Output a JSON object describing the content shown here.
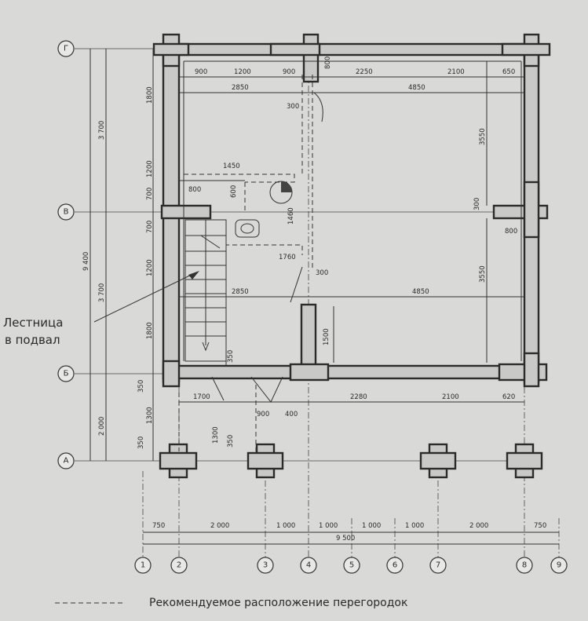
{
  "axes": {
    "vertical": [
      "1",
      "2",
      "3",
      "4",
      "5",
      "6",
      "7",
      "8",
      "9"
    ],
    "horizontal": [
      "Г",
      "В",
      "Б",
      "А"
    ]
  },
  "dims": {
    "top_row1": [
      "900",
      "1200",
      "900",
      "800",
      "2250",
      "2100",
      "650"
    ],
    "top_row2": [
      "2850",
      "4850"
    ],
    "left": [
      "1800",
      "1200",
      "700",
      "700",
      "1200",
      "1800",
      "350",
      "1300",
      "350"
    ],
    "left_outer": [
      "3 700",
      "3 700",
      "2 000"
    ],
    "left_total": "9 400",
    "right": [
      "3550",
      "300",
      "800",
      "3550"
    ],
    "mid": [
      "300",
      "1450",
      "800",
      "600",
      "1460",
      "1760",
      "300",
      "1500"
    ],
    "mid_row": [
      "2850",
      "4850"
    ],
    "bottom_row": [
      "1700",
      "2280",
      "2100",
      "620"
    ],
    "porch": [
      "900",
      "400",
      "350",
      "1300",
      "350"
    ],
    "bottom_scale": [
      "750",
      "2 000",
      "1 000",
      "1 000",
      "1 000",
      "1 000",
      "2 000",
      "750"
    ],
    "bottom_total": "9 500"
  },
  "annotations": {
    "stair_label_line1": "Лестница",
    "stair_label_line2": "в подвал"
  },
  "legend": {
    "text": "Рекомендуемое расположение перегородок"
  }
}
